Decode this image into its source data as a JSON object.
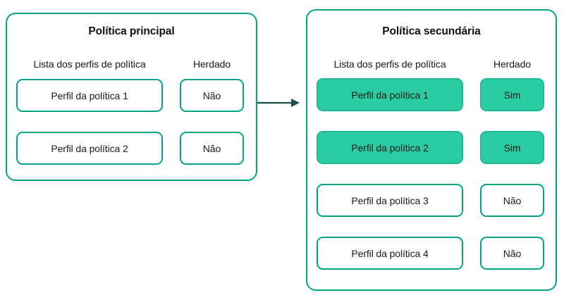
{
  "diagram": {
    "colors": {
      "border_teal": "#00A388",
      "fill_green": "#2ACDA3",
      "arrow": "#1F4E4A",
      "text": "#1a1a1a"
    },
    "arrow": {
      "name": "arrow-right-icon",
      "direction": "right",
      "from": "Política principal",
      "to": "Política secundária"
    },
    "panels": [
      {
        "id": "primary",
        "title": "Política principal",
        "headers": {
          "profiles": "Lista dos perfis de política",
          "inherited": "Herdado"
        },
        "rows": [
          {
            "profile": "Perfil da política 1",
            "inherited": "Não",
            "highlighted": false
          },
          {
            "profile": "Perfil da política 2",
            "inherited": "Não",
            "highlighted": false
          }
        ]
      },
      {
        "id": "secondary",
        "title": "Política secundária",
        "headers": {
          "profiles": "Lista dos perfis de política",
          "inherited": "Herdado"
        },
        "rows": [
          {
            "profile": "Perfil da política 1",
            "inherited": "Sim",
            "highlighted": true
          },
          {
            "profile": "Perfil da política 2",
            "inherited": "Sim",
            "highlighted": true
          },
          {
            "profile": "Perfil da política 3",
            "inherited": "Não",
            "highlighted": false
          },
          {
            "profile": "Perfil da política 4",
            "inherited": "Não",
            "highlighted": false
          }
        ]
      }
    ]
  }
}
